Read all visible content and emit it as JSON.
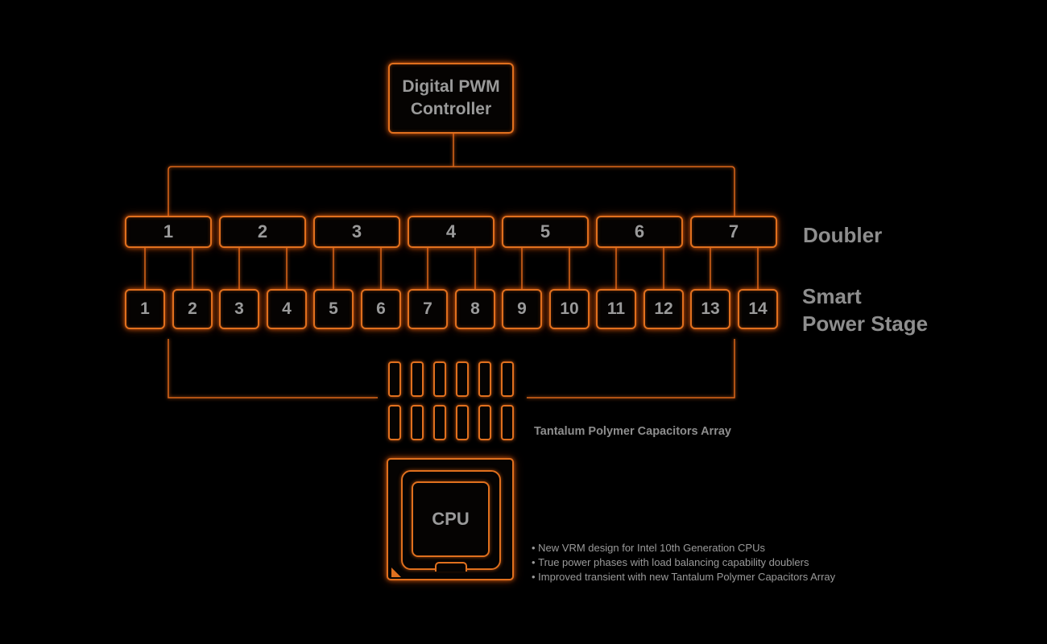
{
  "controller": {
    "label_line1": "Digital PWM",
    "label_line2": "Controller"
  },
  "doublers": [
    "1",
    "2",
    "3",
    "4",
    "5",
    "6",
    "7"
  ],
  "stages": [
    "1",
    "2",
    "3",
    "4",
    "5",
    "6",
    "7",
    "8",
    "9",
    "10",
    "11",
    "12",
    "13",
    "14"
  ],
  "labels": {
    "doubler": "Doubler",
    "stage_line1": "Smart",
    "stage_line2": "Power Stage",
    "capacitors": "Tantalum Polymer Capacitors Array",
    "cpu": "CPU"
  },
  "capacitor_array": {
    "rows": 2,
    "columns": 6
  },
  "features": [
    "New VRM design for Intel 10th Generation CPUs",
    "True power phases with load balancing capability doublers",
    "Improved transient with new Tantalum Polymer Capacitors Array"
  ],
  "colors": {
    "accent": "#e0701e",
    "text": "#9a9a9a",
    "background": "#000000"
  }
}
